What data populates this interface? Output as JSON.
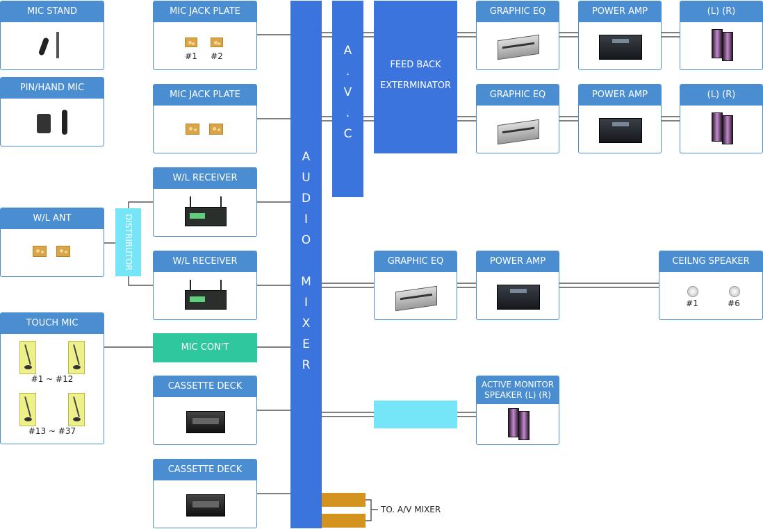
{
  "left_devices": {
    "mic_stand": "MIC STAND",
    "pin_hand_mic": "PIN/HAND MIC",
    "wl_ant": "W/L ANT",
    "touch_mic": "TOUCH MIC",
    "touch_mic_range_1": "#1 ~ #12",
    "touch_mic_range_2": "#13 ~ #37"
  },
  "distributor": "DISTRIBUTOR",
  "inputs": {
    "mic_jack_plate_1": "MIC JACK PLATE",
    "mic_jack_plate_1_port_1": "#1",
    "mic_jack_plate_1_port_2": "#2",
    "mic_jack_plate_2": "MIC JACK PLATE",
    "wl_receiver_1": "W/L RECEIVER",
    "wl_receiver_2": "W/L RECEIVER",
    "mic_cont": "MIC CON'T",
    "cassette_deck_1": "CASSETTE DECK",
    "cassette_deck_2": "CASSETTE DECK"
  },
  "audio_mixer": [
    "A",
    "U",
    "D",
    "I",
    "O",
    "",
    "M",
    "I",
    "X",
    "E",
    "R"
  ],
  "avc": [
    "A",
    ".",
    "V",
    ".",
    "C"
  ],
  "feedback": {
    "line1": "FEED BACK",
    "line2": "EXTERMINATOR"
  },
  "outputs": {
    "graphic_eq_1": "GRAPHIC EQ",
    "power_amp_1": "POWER AMP",
    "speaker_1": "(L) (R)",
    "graphic_eq_2": "GRAPHIC EQ",
    "power_amp_2": "POWER AMP",
    "speaker_2": "(L) (R)",
    "graphic_eq_3": "GRAPHIC EQ",
    "power_amp_3": "POWER AMP",
    "ceiling_speaker": "CEILNG SPEAKER",
    "ceiling_speaker_1": "#1",
    "ceiling_speaker_6": "#6",
    "active_monitor_line1": "ACTIVE MONITOR",
    "active_monitor_line2": "SPEAKER (L) (R)"
  },
  "to_av_mixer": "TO. A/V MIXER",
  "colors": {
    "header_blue": "#4a8ed1",
    "mixer_blue": "#3c74de",
    "teal": "#2ec79e",
    "cyan": "#75e6f8",
    "orange": "#d4921f",
    "wire": "#555555"
  }
}
